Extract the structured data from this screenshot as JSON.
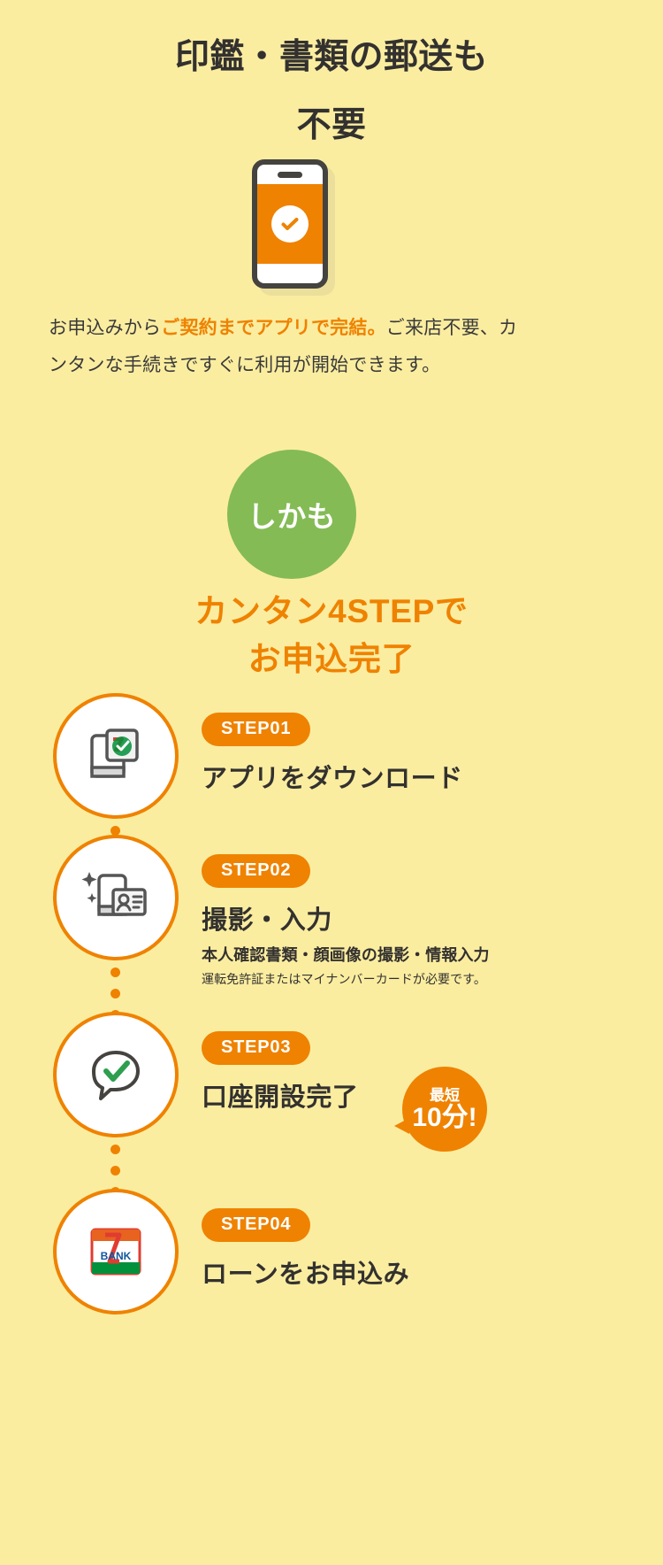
{
  "theme": {
    "background": "#fbeda0",
    "accent_orange": "#ef8200",
    "accent_green": "#84bb55",
    "text_dark": "#33312f"
  },
  "headline": {
    "line1": "印鑑・書類の郵送も",
    "line2": "不要"
  },
  "hero": {
    "icon": "smartphone-check-icon"
  },
  "lead": {
    "part1": "お申込みから",
    "emphasis": "ご契約までアプリで完結。",
    "part2": "ご来店不要、カンタンな手続きですぐに利用が開始できます。"
  },
  "green_badge": {
    "label": "しかも"
  },
  "section_heading": {
    "line1": "カンタン4STEPで",
    "line2": "お申込完了"
  },
  "steps": [
    {
      "badge": "STEP01",
      "title": "アプリをダウンロード",
      "subtitle": "",
      "note": "",
      "icon": "app-download-icon"
    },
    {
      "badge": "STEP02",
      "title": "撮影・入力",
      "subtitle": "本人確認書類・顔画像の撮影・情報入力",
      "note": "運転免許証またはマイナンバーカードが必要です。",
      "icon": "id-capture-icon"
    },
    {
      "badge": "STEP03",
      "title": "口座開設完了",
      "subtitle": "",
      "note": "",
      "icon": "check-balloon-icon"
    },
    {
      "badge": "STEP04",
      "title": "ローンをお申込み",
      "subtitle": "",
      "note": "",
      "icon": "seven-bank-logo-icon"
    }
  ],
  "bubble": {
    "line1": "最短",
    "line2": "10分!"
  }
}
